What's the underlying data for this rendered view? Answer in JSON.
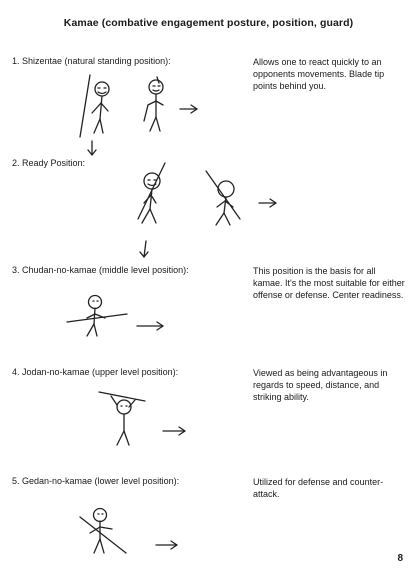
{
  "title": "Kamae (combative engagement posture, position, guard)",
  "sections": [
    {
      "heading": "1. Shizentae (natural standing position):",
      "description": "Allows one to react quickly to an opponents movements. Blade tip points behind you."
    },
    {
      "heading": "2. Ready Position:",
      "description": ""
    },
    {
      "heading": "3. Chudan-no-kamae (middle level position):",
      "description": "This position is the basis for all kamae. It's the most suitable for either offense or defense. Center readiness."
    },
    {
      "heading": "4. Jodan-no-kamae (upper level position):",
      "description": "Viewed as being advantageous in regards to speed, distance, and striking ability."
    },
    {
      "heading": "5. Gedan-no-kamae (lower level position):",
      "description": "Utilized for defense and counter-attack."
    }
  ],
  "page_number": "8"
}
